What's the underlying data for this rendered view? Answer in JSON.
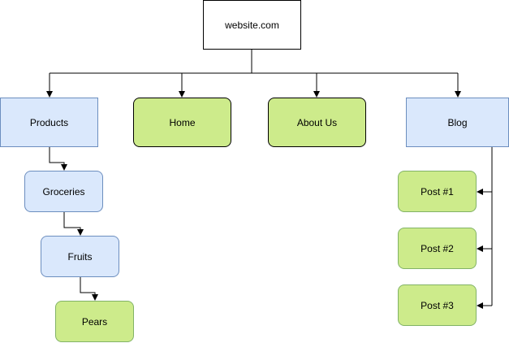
{
  "colors": {
    "blue_fill": "#dae8fc",
    "blue_stroke": "#6c8ebf",
    "green_fill": "#cdeb8b",
    "green_stroke": "#82b366",
    "edge": "#000000"
  },
  "nodes": {
    "root": "website.com",
    "products": "Products",
    "home": "Home",
    "about_us": "About Us",
    "blog": "Blog",
    "groceries": "Groceries",
    "fruits": "Fruits",
    "pears": "Pears",
    "post_1": "Post #1",
    "post_2": "Post #2",
    "post_3": "Post #3"
  }
}
